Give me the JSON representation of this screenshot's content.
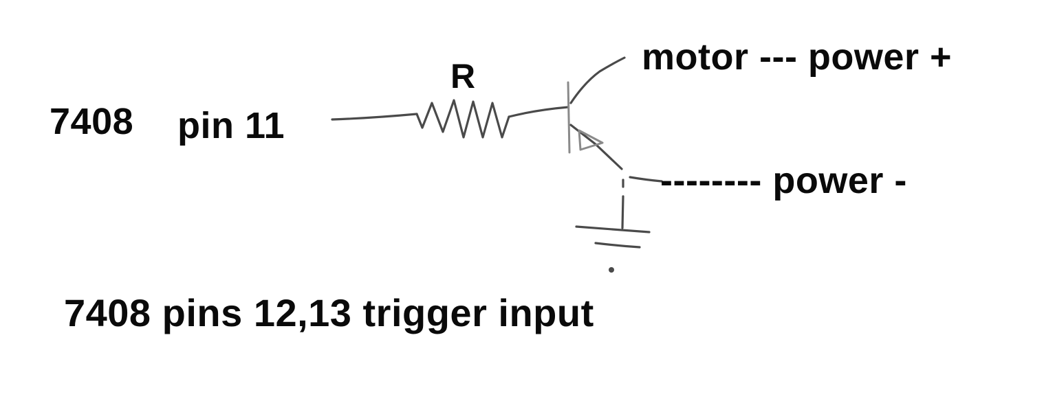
{
  "diagram": {
    "labels": {
      "resistor": "R",
      "chip_a": "7408",
      "pin": "pin 11",
      "motor": "motor --- power +",
      "ground": "-------- power -",
      "trigger": "7408 pins 12,13 trigger input"
    },
    "colors": {
      "background": "#ffffff",
      "text": "#0a0a0a",
      "ink": "#4a4a4a"
    }
  }
}
